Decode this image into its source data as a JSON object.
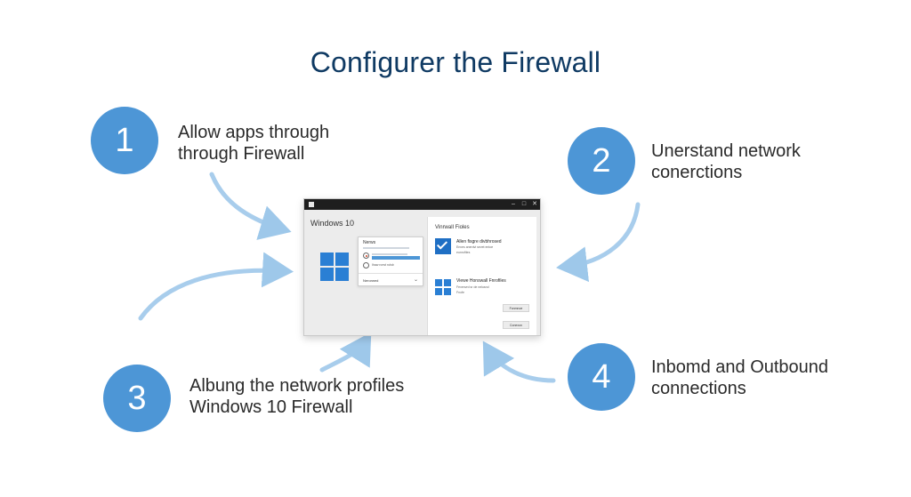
{
  "title": "Configurer the Firewall",
  "steps": [
    {
      "number": "1",
      "line1": "Allow apps through",
      "line2": "through Firewall"
    },
    {
      "number": "2",
      "line1": "Unerstand network",
      "line2": "conerctions"
    },
    {
      "number": "3",
      "line1": "Albung the network profiles",
      "line2": "Windows 10 Firewall"
    },
    {
      "number": "4",
      "line1": "Inbomd and Outbound",
      "line2": "connections"
    }
  ],
  "window": {
    "os_label": "Windows 10",
    "controls": [
      "–",
      "□",
      "✕"
    ],
    "dialog": {
      "title": "Nerws",
      "option_text": "Ihaw ronvt rolsb",
      "dropdown_label": "Nerorwed",
      "chevron": "⌄"
    },
    "panel": {
      "title": "Vinrwall Fioles",
      "item1_head": "Allen fisgre divbhrosed",
      "item1_sub1": "Enves anerdvi sevet entoe",
      "item1_sub2": "eunrofites",
      "item2_head": "Viewe Honswall Fnrofiles",
      "item2_sub1": "Fevenvrd sr de nelusnd",
      "item2_sub2": "Fnofe",
      "button1": "Fonmnoe",
      "button2": "Conexon"
    }
  },
  "colors": {
    "title": "#0f3a63",
    "circle": "#4d96d6",
    "arrow": "#9ec8ea",
    "windows_blue": "#2a7fd4"
  }
}
